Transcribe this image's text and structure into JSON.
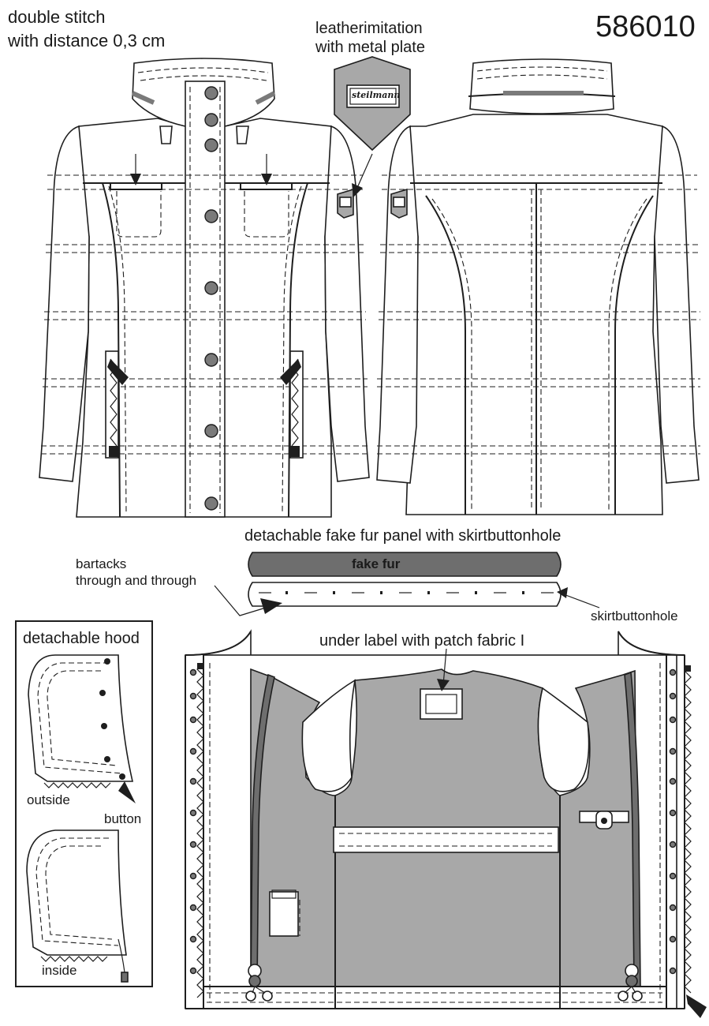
{
  "header": {
    "stitch_note_line1": "double stitch",
    "stitch_note_line2": "with distance 0,3 cm",
    "article_number": "586010"
  },
  "badge": {
    "callout_line1": "leatherimitation",
    "callout_line2": "with metal plate",
    "plate_text": "steilmann"
  },
  "fur_panel": {
    "title": "detachable fake fur panel with skirtbuttonhole",
    "fur_label": "fake fur",
    "bartacks_line1": "bartacks",
    "bartacks_line2": "through and through",
    "buttonhole_label": "skirtbuttonhole"
  },
  "hood": {
    "box_title": "detachable hood",
    "outside_label": "outside",
    "button_label": "button",
    "inside_label": "inside"
  },
  "lining": {
    "under_label_note": "under label with patch fabric I"
  },
  "colors": {
    "lining_gray": "#a8a8a8",
    "fur_gray": "#6e6e6e",
    "button_gray": "#7a7a7a",
    "outline": "#1e1e1e"
  }
}
